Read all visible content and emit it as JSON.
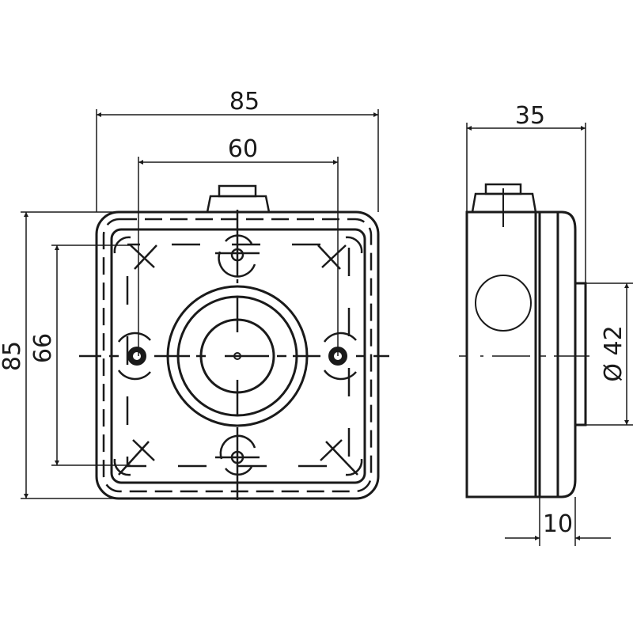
{
  "drawing": {
    "colors": {
      "line": "#1a1a1a",
      "background": "#ffffff"
    },
    "front_view": {
      "dim_width_overall": "85",
      "dim_width_mounting": "60",
      "dim_height_overall": "85",
      "dim_height_mounting": "66"
    },
    "side_view": {
      "dim_depth_overall": "35",
      "dim_diameter": "Ø 42",
      "dim_lid_depth": "10"
    }
  }
}
